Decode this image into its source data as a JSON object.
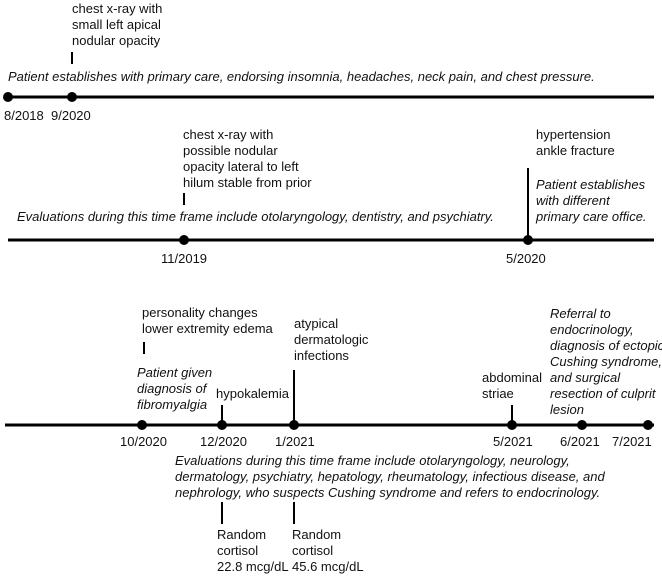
{
  "rows": [
    {
      "id": "row1",
      "dates": [
        {
          "key": "d1",
          "label": "8/2018"
        },
        {
          "key": "d2",
          "label": "9/2020"
        }
      ],
      "notes": [
        {
          "key": "xray",
          "lines": [
            "chest x-ray with",
            "small left apical",
            "nodular opacity"
          ],
          "italic": false
        },
        {
          "key": "summary",
          "lines": [
            "Patient establishes with primary care, endorsing insomnia, headaches, neck pain, and chest pressure."
          ],
          "italic": true
        }
      ]
    },
    {
      "id": "row2",
      "dates": [
        {
          "key": "d1",
          "label": "11/2019"
        },
        {
          "key": "d2",
          "label": "5/2020"
        }
      ],
      "notes": [
        {
          "key": "xray",
          "lines": [
            "chest x-ray with",
            "possible nodular",
            "opacity lateral to left",
            "hilum stable from prior"
          ],
          "italic": false
        },
        {
          "key": "summary",
          "lines": [
            "Evaluations during this time frame include otolaryngology, dentistry, and psychiatry."
          ],
          "italic": true
        },
        {
          "key": "htn",
          "lines": [
            "hypertension",
            "ankle fracture"
          ],
          "italic": false
        },
        {
          "key": "newpc",
          "lines": [
            "Patient establishes",
            "with different",
            "primary care office."
          ],
          "italic": true
        }
      ]
    },
    {
      "id": "row3",
      "dates": [
        {
          "key": "d1",
          "label": "10/2020"
        },
        {
          "key": "d2",
          "label": "12/2020"
        },
        {
          "key": "d3",
          "label": "1/2021"
        },
        {
          "key": "d4",
          "label": "5/2021"
        },
        {
          "key": "d5",
          "label": "6/2021"
        },
        {
          "key": "d6",
          "label": "7/2021"
        }
      ],
      "notes": [
        {
          "key": "personality",
          "lines": [
            "personality changes",
            "lower extremity edema"
          ],
          "italic": false
        },
        {
          "key": "fibro",
          "lines": [
            "Patient given",
            "diagnosis of",
            "fibromyalgia"
          ],
          "italic": true
        },
        {
          "key": "hypok",
          "lines": [
            "hypokalemia"
          ],
          "italic": false
        },
        {
          "key": "derm",
          "lines": [
            "atypical",
            "dermatologic",
            "infections"
          ],
          "italic": false
        },
        {
          "key": "striae",
          "lines": [
            "abdominal",
            "striae"
          ],
          "italic": false
        },
        {
          "key": "referral",
          "lines": [
            "Referral to",
            "endocrinology,",
            "diagnosis of ectopic",
            "Cushing syndrome,",
            "and surgical",
            "resection of culprit",
            "lesion"
          ],
          "italic": true
        },
        {
          "key": "summary",
          "lines": [
            "Evaluations during this time frame include otolaryngology, neurology,",
            "dermatology, psychiatry, hepatology, rheumatology, infectious disease, and",
            "nephrology, who suspects Cushing syndrome and refers to endocrinology."
          ],
          "italic": true
        },
        {
          "key": "cort1",
          "lines": [
            "Random",
            "cortisol",
            "22.8 mcg/dL"
          ],
          "italic": false
        },
        {
          "key": "cort2",
          "lines": [
            "Random",
            "cortisol",
            "45.6 mcg/dL"
          ],
          "italic": false
        }
      ]
    }
  ]
}
